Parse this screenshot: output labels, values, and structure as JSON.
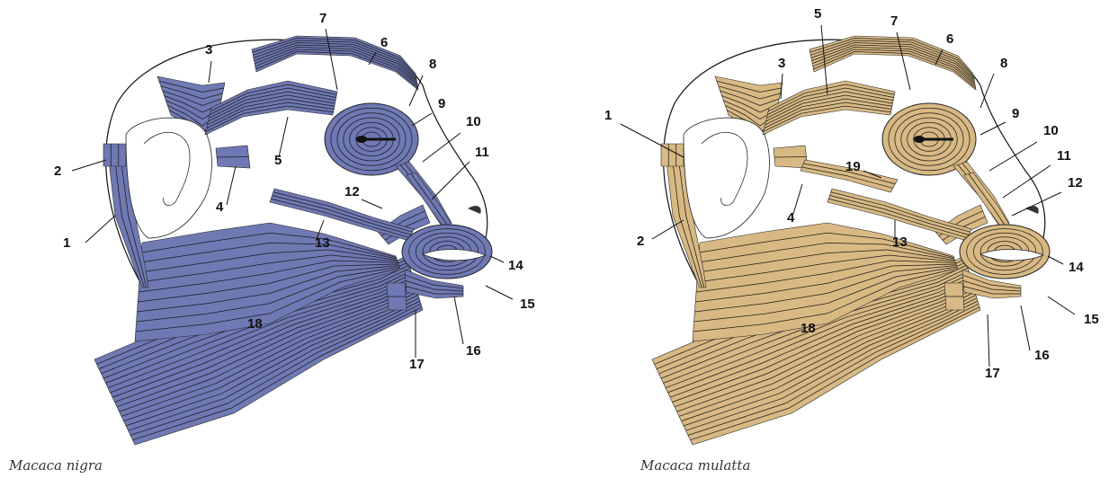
{
  "figures": [
    {
      "caption": "Macaca nigra",
      "fill": "#6f79b4",
      "labels": [
        "1",
        "2",
        "3",
        "4",
        "5",
        "6",
        "7",
        "8",
        "9",
        "10",
        "11",
        "12",
        "13",
        "14",
        "15",
        "16",
        "17",
        "18"
      ]
    },
    {
      "caption": "Macaca mulatta",
      "fill": "#d8b983",
      "labels": [
        "1",
        "2",
        "3",
        "4",
        "5",
        "6",
        "7",
        "8",
        "9",
        "10",
        "11",
        "12",
        "13",
        "14",
        "15",
        "16",
        "17",
        "18",
        "19"
      ]
    }
  ]
}
